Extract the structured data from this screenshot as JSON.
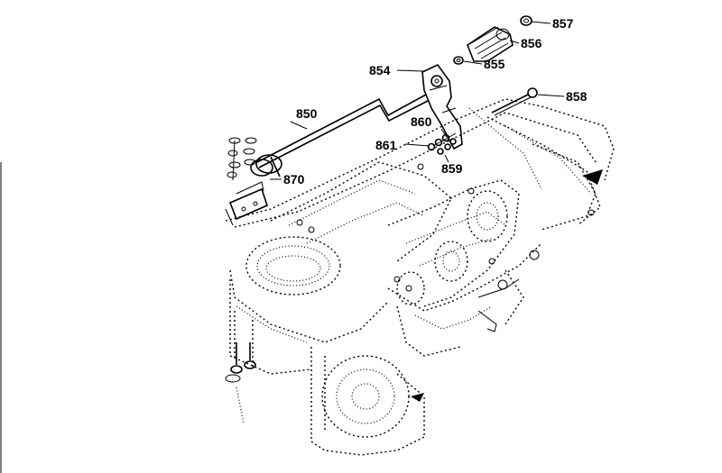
{
  "callouts": {
    "c850": "850",
    "c854": "854",
    "c855": "855",
    "c856": "856",
    "c857": "857",
    "c858": "858",
    "c859": "859",
    "c860": "860",
    "c861": "861",
    "c870": "870"
  }
}
